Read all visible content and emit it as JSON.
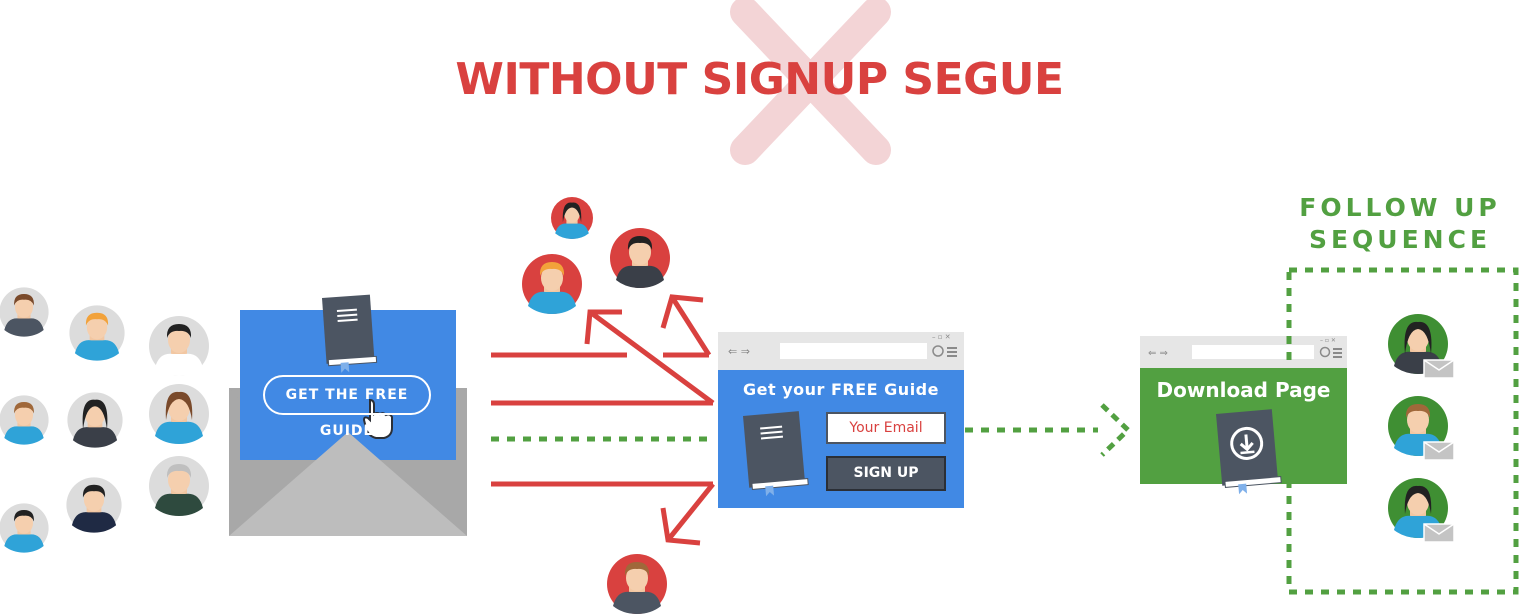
{
  "title": "WITHOUT SIGNUP SEGUE",
  "follow_up": {
    "line1": "FOLLOW UP",
    "line2": "SEQUENCE"
  },
  "email_card": {
    "button_label": "GET THE FREE GUIDE"
  },
  "signup_window": {
    "title": "Get your FREE Guide",
    "email_placeholder": "Your Email",
    "signup_label": "SIGN UP"
  },
  "download_window": {
    "title": "Download Page"
  },
  "colors": {
    "red": "#d9413f",
    "green": "#52a041",
    "blue": "#4189e4",
    "gray_dark": "#4c5562",
    "cross_pink": "#f3d4d6"
  },
  "icons": [
    "cross-icon",
    "envelope-icon",
    "book-icon",
    "hand-cursor-icon",
    "download-icon",
    "avatar-icon",
    "mail-icon",
    "arrow-icon"
  ]
}
